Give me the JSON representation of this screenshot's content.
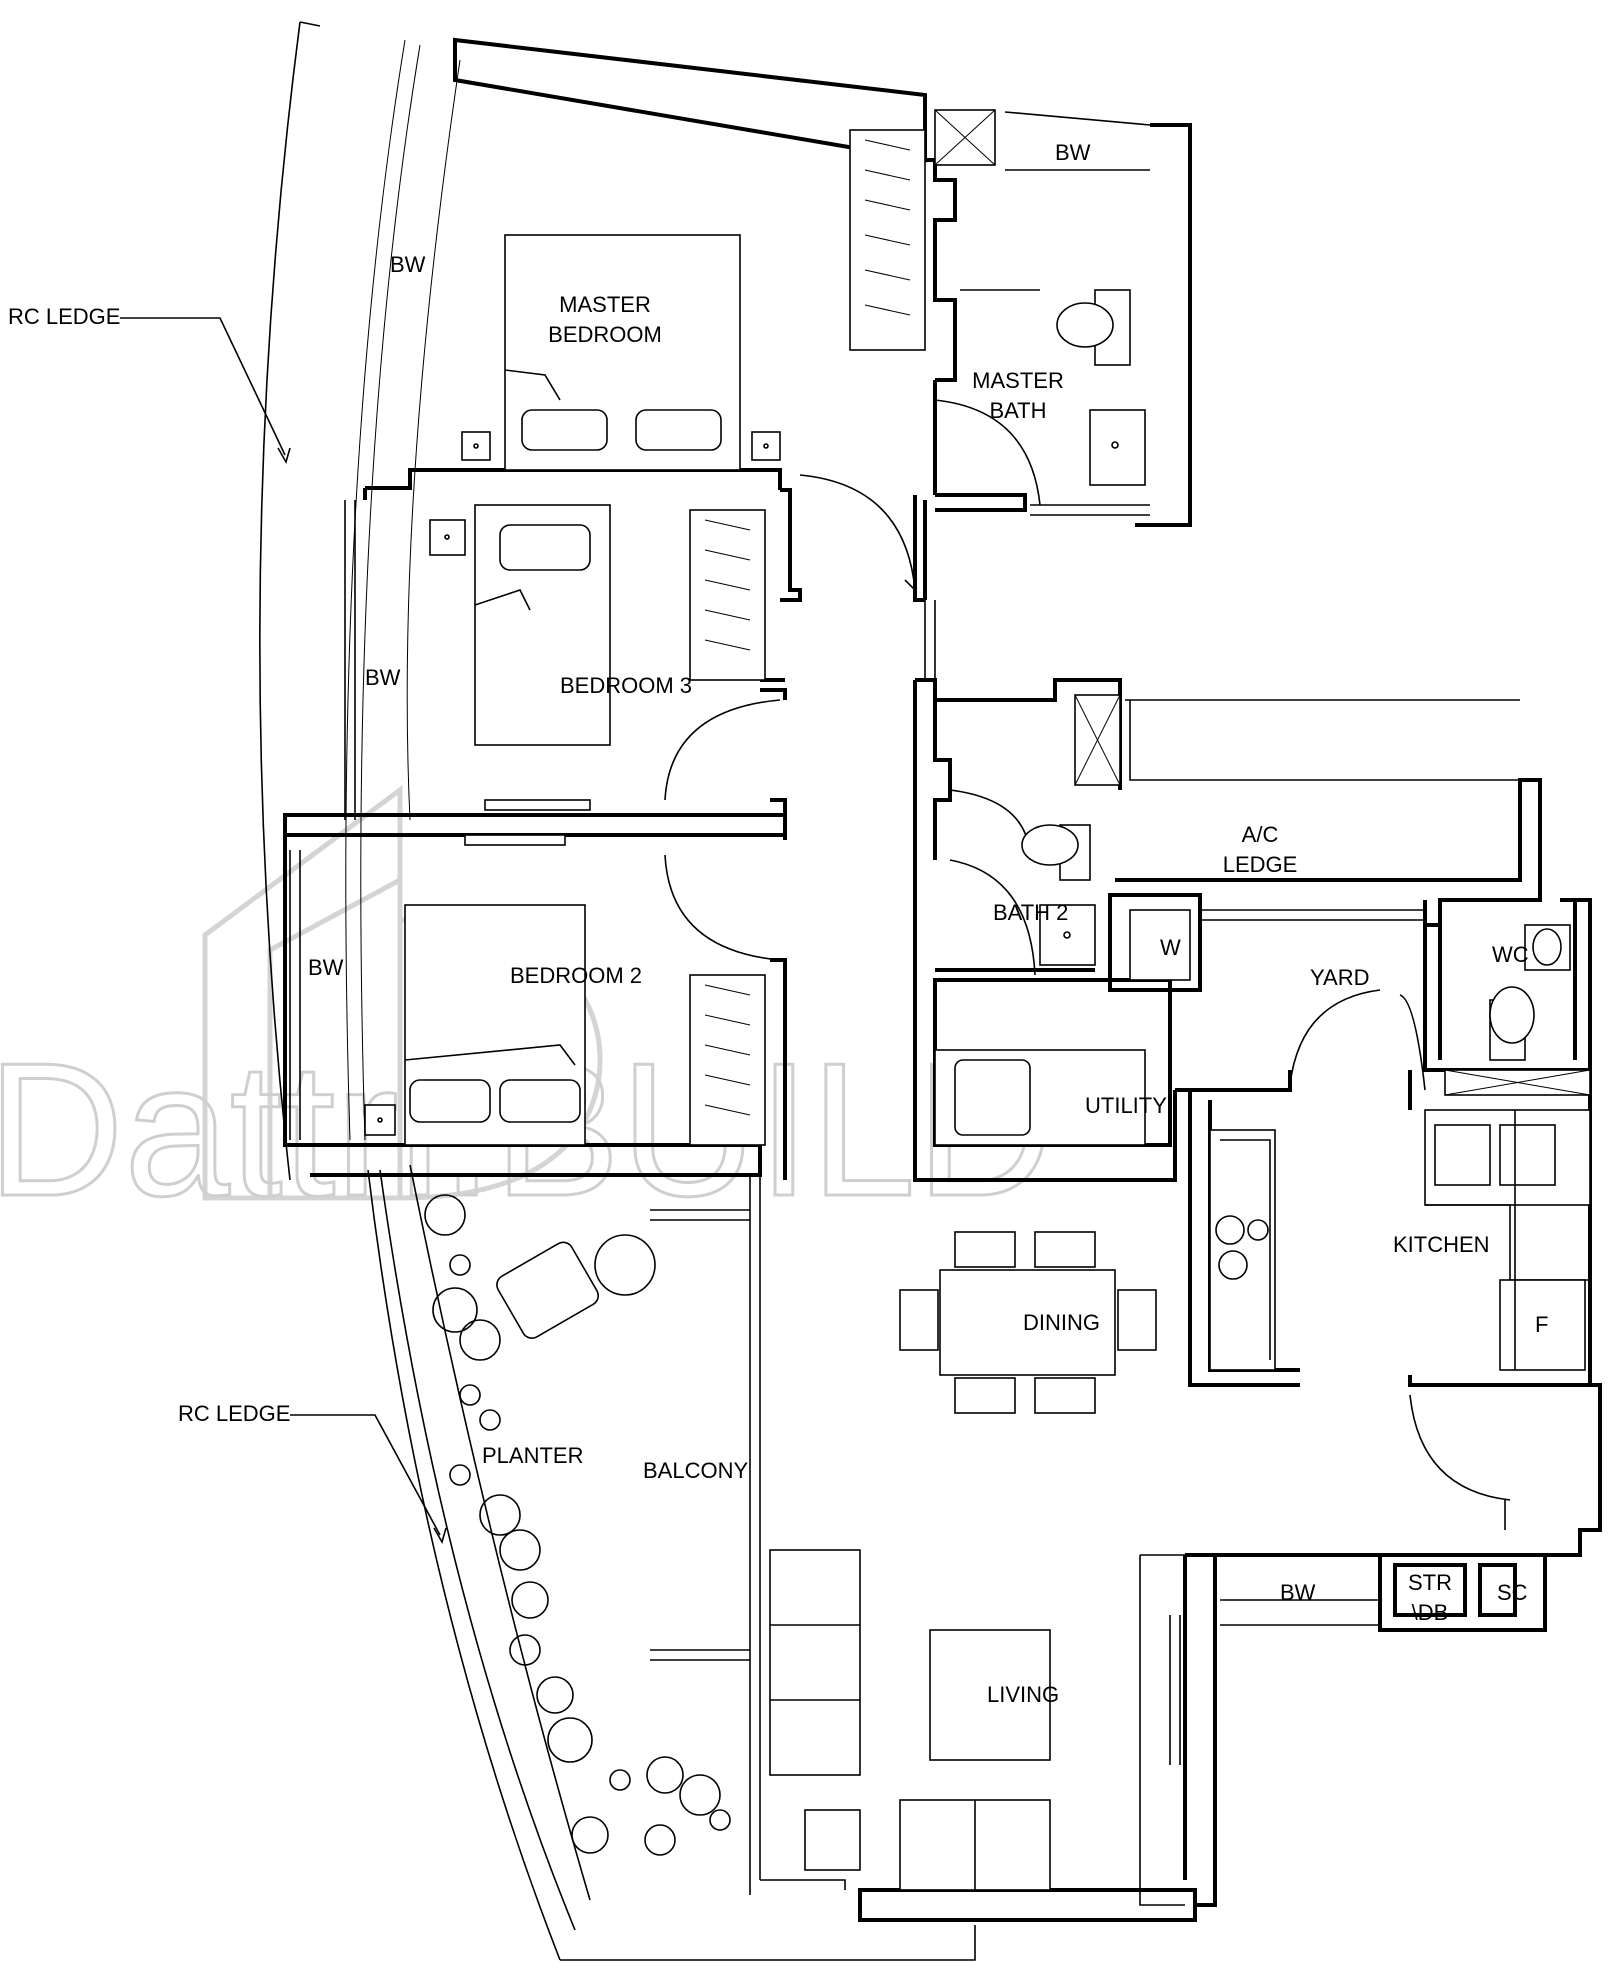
{
  "rooms": {
    "master_bedroom": "MASTER\nBEDROOM",
    "master_bath": "MASTER\nBATH",
    "bedroom_3": "BEDROOM 3",
    "bedroom_2": "BEDROOM 2",
    "bath_2": "BATH 2",
    "ac_ledge": "A/C\nLEDGE",
    "yard": "YARD",
    "wc": "WC",
    "utility": "UTILITY",
    "kitchen": "KITCHEN",
    "dining": "DINING",
    "living": "LIVING",
    "balcony": "BALCONY",
    "planter": "PLANTER",
    "str_db": "STR\n\\DB",
    "sc": "SC"
  },
  "fixtures": {
    "washer": "W",
    "fridge": "F"
  },
  "annotations": {
    "rc_ledge_top": "RC LEDGE",
    "rc_ledge_bottom": "RC LEDGE",
    "bw": "BW"
  },
  "watermark": "Dattri.BUILD"
}
